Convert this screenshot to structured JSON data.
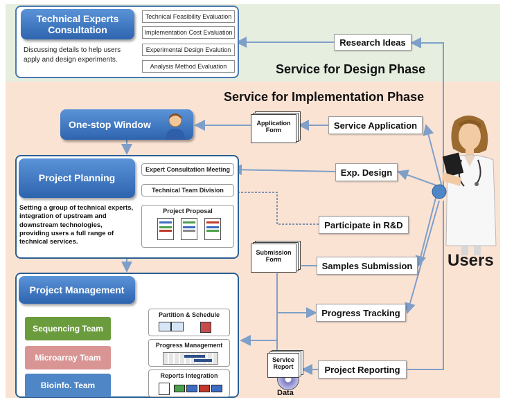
{
  "phases": {
    "design": "Service for Design Phase",
    "implementation": "Service for Implementation Phase"
  },
  "consultation": {
    "title_line1": "Technical Experts",
    "title_line2": "Consultation",
    "description_line1": "Discussing details to help users",
    "description_line2": "apply and design experiments.",
    "evaluations": [
      "Technical Feasibility Evaluation",
      "Implementation Cost Evaluation",
      "Experimental Design Evalution",
      "Analysis Method Evaluation"
    ]
  },
  "one_stop_window": "One-stop Window",
  "planning": {
    "title": "Project Planning",
    "items": [
      "Expert Consultation Meeting",
      "Technical Team Division",
      "Project Proposal"
    ],
    "description": [
      "Setting a group of technical experts,",
      "integration of upstream and",
      "downstream technologies,",
      "providing users a full range of",
      "technical services."
    ]
  },
  "management": {
    "title": "Project Management",
    "teams": [
      "Sequencing Team",
      "Microarray Team",
      "Bioinfo. Team"
    ],
    "modules": [
      "Partition & Schedule",
      "Progress Management",
      "Reports Integration"
    ]
  },
  "documents": {
    "application_form": [
      "Application",
      "Form"
    ],
    "submission_form": [
      "Submission",
      "Form"
    ],
    "service_report": [
      "Service",
      "Report"
    ],
    "data": "Data"
  },
  "services": [
    "Research Ideas",
    "Service Application",
    "Exp. Design",
    "Participate in R&D",
    "Samples Submission",
    "Progress Tracking",
    "Project Reporting"
  ],
  "user_label": "Users",
  "colors": {
    "blue_header": "#2d64ae",
    "panel_border": "#2b5f93",
    "design_bg": "#e6eee0",
    "impl_bg": "#fbe3d4",
    "sequencing": "#6a9b3c",
    "microarray": "#d99594",
    "bioinfo": "#4f86c6",
    "arrow": "#7f9fc8"
  }
}
